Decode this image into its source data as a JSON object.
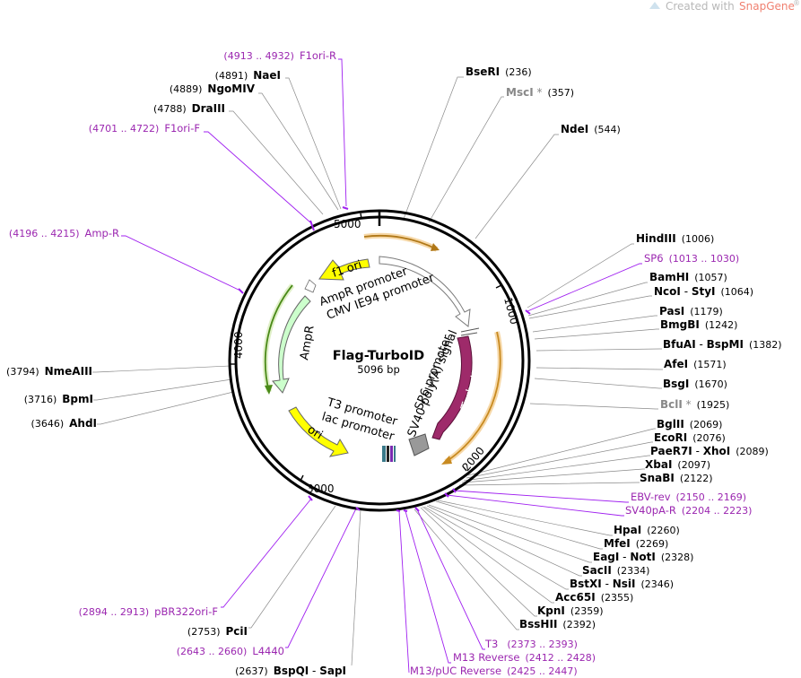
{
  "brand": {
    "prefix": "Created with ",
    "name": "SnapGene",
    "mark": "®"
  },
  "plasmid": {
    "name": "Flag-TurboID",
    "length": "5096 bp"
  },
  "ticks": [
    "1000",
    "2000",
    "3000",
    "4000",
    "5000"
  ],
  "features": {
    "f1_ori": "f1 ori",
    "ampr_promoter": "AmpR promoter",
    "cmv_promoter": "CMV IE94 promoter",
    "ampr": "AmpR",
    "t3_promoter": "T3 promoter",
    "lac_promoter": "lac promoter",
    "ori": "ori",
    "sp6_promoter": "SP6 promoter",
    "sv40_signal": "SV40 poly(A) signal",
    "turboid": "TurboID"
  },
  "sites_right": [
    {
      "name": "BseRI",
      "pos": "(236)"
    },
    {
      "name": "MscI",
      "star": " *",
      "pos": "(357)"
    },
    {
      "name": "NdeI",
      "pos": "(544)"
    },
    {
      "name": "HindIII",
      "pos": "(1006)"
    },
    {
      "name": "SP6",
      "pos": "(1013 .. 1030)"
    },
    {
      "name": "BamHI",
      "pos": "(1057)"
    },
    {
      "name": "NcoI",
      "sep": " - ",
      "name2": "StyI",
      "pos": "(1064)"
    },
    {
      "name": "PasI",
      "pos": "(1179)"
    },
    {
      "name": "BmgBI",
      "pos": "(1242)"
    },
    {
      "name": "BfuAI",
      "sep": " - ",
      "name2": "BspMI",
      "pos": "(1382)"
    },
    {
      "name": "AfeI",
      "pos": "(1571)"
    },
    {
      "name": "BsgI",
      "pos": "(1670)"
    },
    {
      "name": "BclI",
      "star": " *",
      "pos": "(1925)"
    },
    {
      "name": "BglII",
      "pos": "(2069)"
    },
    {
      "name": "EcoRI",
      "pos": "(2076)"
    },
    {
      "name": "PaeR7I",
      "sep": " - ",
      "name2": "XhoI",
      "pos": "(2089)"
    },
    {
      "name": "XbaI",
      "pos": "(2097)"
    },
    {
      "name": "SnaBI",
      "pos": "(2122)"
    },
    {
      "name": "EBV-rev",
      "pos": "(2150 .. 2169)"
    },
    {
      "name": "SV40pA-R",
      "pos": "(2204 .. 2223)"
    },
    {
      "name": "HpaI",
      "pos": "(2260)"
    },
    {
      "name": "MfeI",
      "pos": "(2269)"
    },
    {
      "name": "EagI",
      "sep": " - ",
      "name2": "NotI",
      "pos": "(2328)"
    },
    {
      "name": "SacII",
      "pos": "(2334)"
    },
    {
      "name": "BstXI",
      "sep": " - ",
      "name2": "NsiI",
      "pos": "(2346)"
    },
    {
      "name": "Acc65I",
      "pos": "(2355)"
    },
    {
      "name": "KpnI",
      "pos": "(2359)"
    },
    {
      "name": "BssHII",
      "pos": "(2392)"
    },
    {
      "name": "T3",
      "pos": "(2373 .. 2393)"
    },
    {
      "name": "M13 Reverse",
      "pos": "(2412 .. 2428)"
    },
    {
      "name": "M13/pUC Reverse",
      "pos": "(2425 .. 2447)"
    }
  ],
  "sites_left": [
    {
      "name": "F1ori-R",
      "pos": "(4913 .. 4932)"
    },
    {
      "name": "NaeI",
      "pos": "(4891)"
    },
    {
      "name": "NgoMIV",
      "pos": "(4889)"
    },
    {
      "name": "DraIII",
      "pos": "(4788)"
    },
    {
      "name": "F1ori-F",
      "pos": "(4701 .. 4722)"
    },
    {
      "name": "Amp-R",
      "pos": "(4196 .. 4215)"
    },
    {
      "name": "NmeAIII",
      "pos": "(3794)"
    },
    {
      "name": "BpmI",
      "pos": "(3716)"
    },
    {
      "name": "AhdI",
      "pos": "(3646)"
    },
    {
      "name": "pBR322ori-F",
      "pos": "(2894 .. 2913)"
    },
    {
      "name": "PciI",
      "pos": "(2753)"
    },
    {
      "name": "L4440",
      "pos": "(2643 .. 2660)"
    },
    {
      "name": "BspQI",
      "sep": " - ",
      "name2": "SapI",
      "pos": "(2637)"
    }
  ],
  "colors": {
    "backbone": "#000000",
    "f1_ori": "#ffff00",
    "ori": "#ffff00",
    "ampr": "#ccffcc",
    "turboid": "#9e2a6a",
    "primer": "#9b27b0",
    "orf_line": "#e8a028"
  }
}
